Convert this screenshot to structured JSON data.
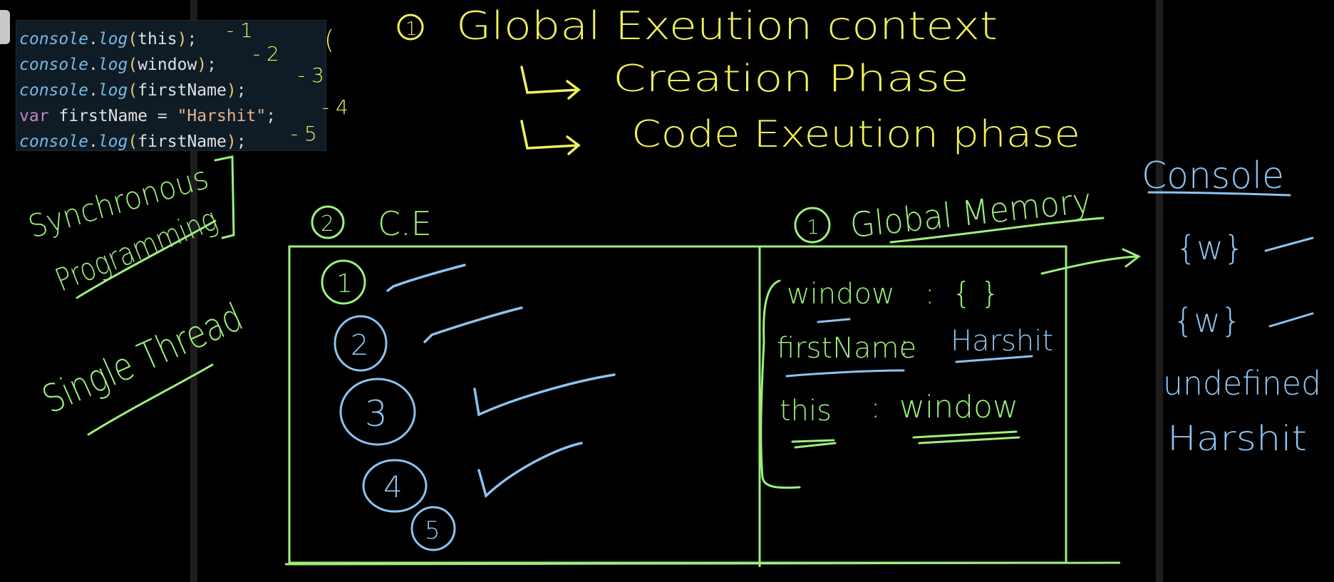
{
  "code": {
    "lines": [
      {
        "obj": "console",
        "dot": ".",
        "fn": "log",
        "open": "(",
        "arg": "this",
        "close": ")",
        "end": ";"
      },
      {
        "obj": "console",
        "dot": ".",
        "fn": "log",
        "open": "(",
        "arg": "window",
        "close": ")",
        "end": ";"
      },
      {
        "obj": "console",
        "dot": ".",
        "fn": "log",
        "open": "(",
        "arg": "firstName",
        "close": ")",
        "end": ";"
      },
      {
        "kw": "var",
        "name": "firstName",
        "eq": " = ",
        "str": "\"Harshit\"",
        "end": ";"
      },
      {
        "obj": "console",
        "dot": ".",
        "fn": "log",
        "open": "(",
        "arg": "firstName",
        "close": ")",
        "end": ";"
      }
    ],
    "line_markers": [
      "- 1",
      "- 2",
      "- 3",
      "- 4",
      "- 5"
    ]
  },
  "notes": {
    "title_number": "1",
    "title": "Global Exeution context",
    "phase_1": "Creation Phase",
    "phase_2": "Code Exeution phase",
    "sync_line1": "Synchronous",
    "sync_line2": "Programming",
    "single_thread": "Single Thread",
    "ce_number": "2",
    "ce_label": "C.E",
    "memory_number": "1",
    "memory_label": "Global Memory",
    "memory_entries": [
      {
        "key": "window",
        "sep": ":",
        "value": "{ }"
      },
      {
        "key": "firstName",
        "sep": ":",
        "value": "Harshit"
      },
      {
        "key": "this",
        "sep": ":",
        "value": "window"
      }
    ],
    "steps": [
      "1",
      "2",
      "3",
      "4",
      "5"
    ],
    "console_title": "Console",
    "console_outputs": [
      "{w}",
      "{w}",
      "undefined",
      "Harshit"
    ]
  },
  "colors": {
    "yellow": "#f1f05a",
    "green": "#9cf07c",
    "blue": "#8cc3f0",
    "background": "#000000",
    "code_bg": "#0f1c26"
  }
}
